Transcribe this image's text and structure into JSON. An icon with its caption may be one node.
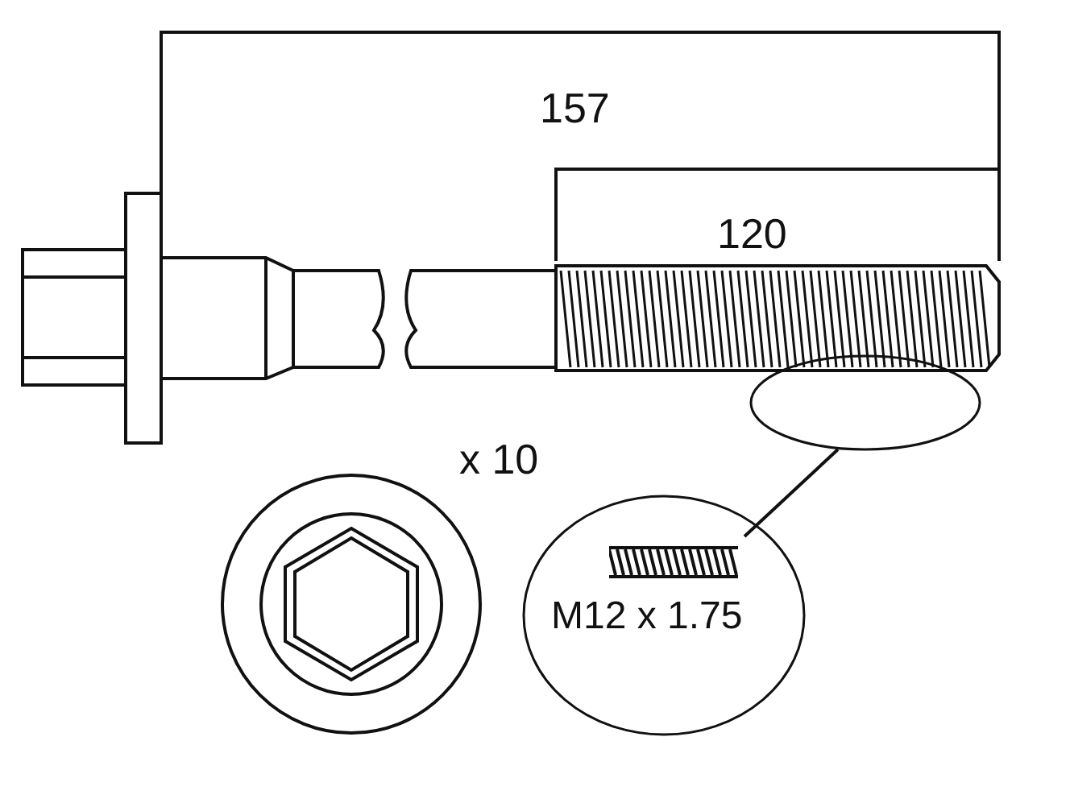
{
  "diagram": {
    "nodes": [
      {
        "text": [],
        "shape": "circle"
      },
      {
        "text": [
          "M12 x 1.75"
        ]
      }
    ],
    "edges": [
      {
        "from": 0,
        "to": 1,
        "arrow": "none"
      }
    ],
    "labels": [
      "157",
      "120",
      "x 10"
    ]
  }
}
